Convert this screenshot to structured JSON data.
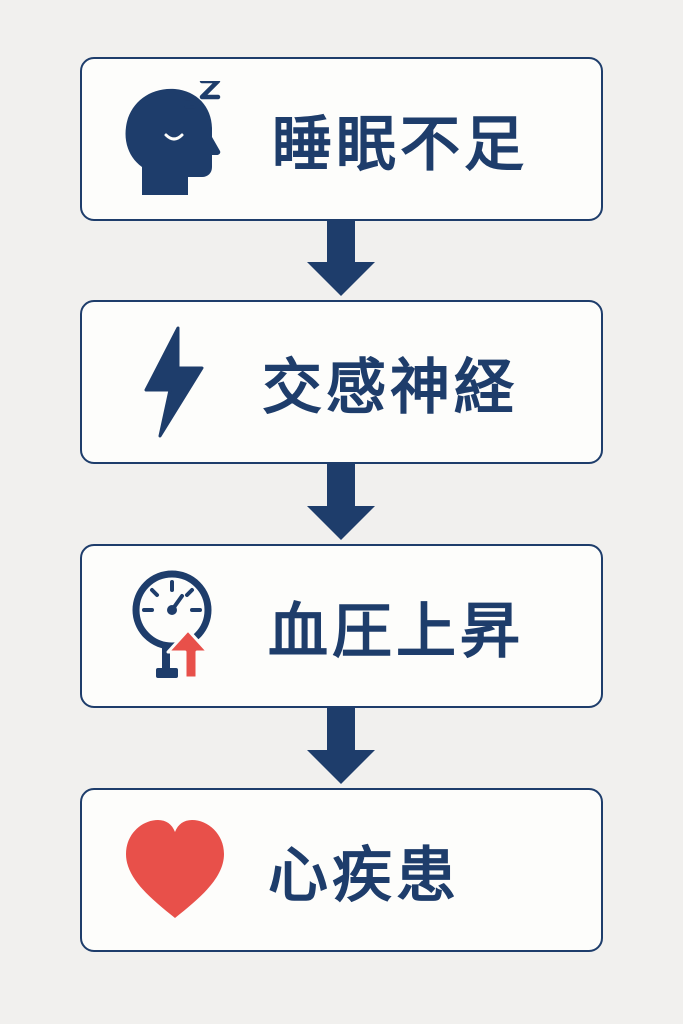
{
  "colors": {
    "primary": "#1e3d6b",
    "accent": "#e8504a",
    "background": "#f1f0ee",
    "box": "#fdfdfb"
  },
  "steps": [
    {
      "label": "睡眠不足",
      "icon": "sleeping-head-icon"
    },
    {
      "label": "交感神経",
      "icon": "lightning-bolt-icon"
    },
    {
      "label": "血圧上昇",
      "icon": "blood-pressure-gauge-icon"
    },
    {
      "label": "心疾患",
      "icon": "heart-icon"
    }
  ],
  "connectors": [
    "down-arrow-icon",
    "down-arrow-icon",
    "down-arrow-icon"
  ]
}
